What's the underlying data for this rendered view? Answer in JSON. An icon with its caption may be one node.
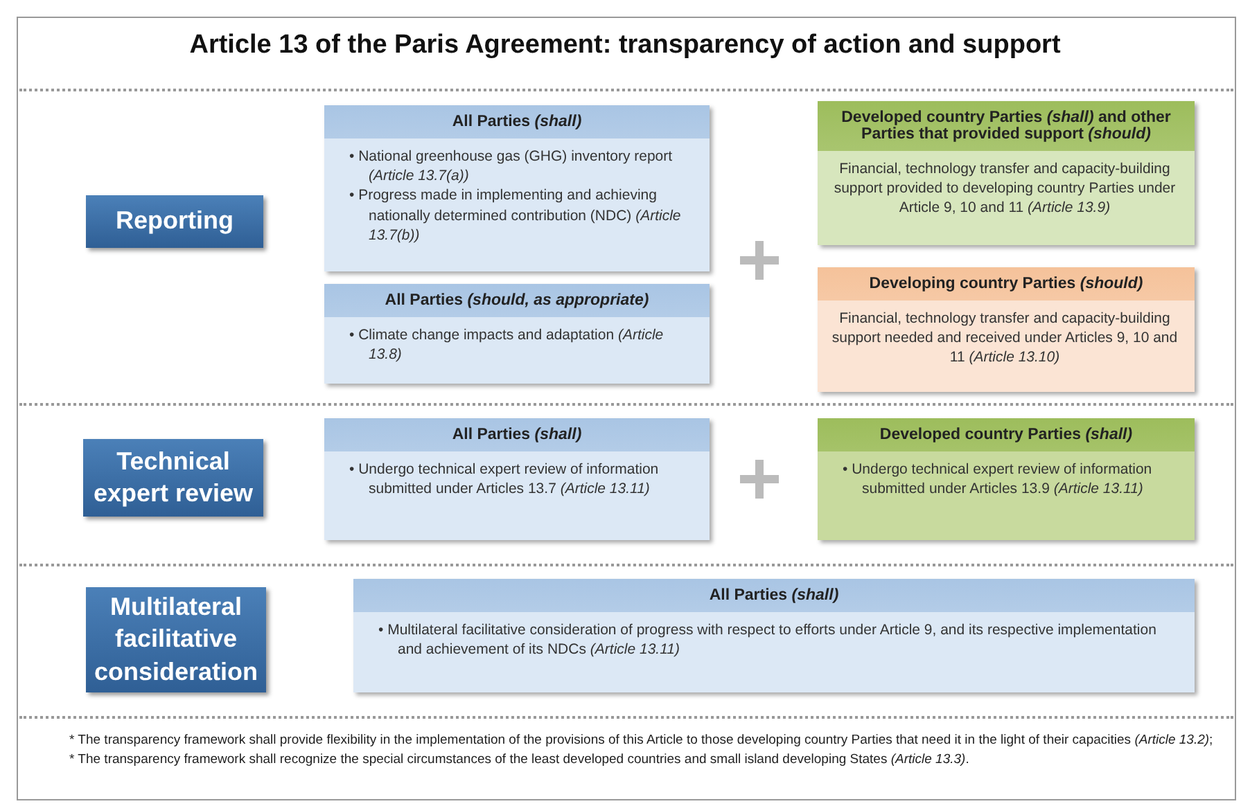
{
  "diagram": {
    "title": "Article 13 of the Paris Agreement: transparency of action and support",
    "nodes": [
      {
        "text": [
          "Reporting"
        ]
      },
      {
        "text": [
          "All Parties *(shall)*",
          "• National greenhouse gas (GHG) inventory report *(Article 13.7(a))*",
          "• Progress made in implementing and achieving nationally determined contribution (NDC) *(Article 13.7(b))*"
        ]
      },
      {
        "text": [
          "Developed country Parties *(shall)* and other Parties that provided support *(should)*",
          "Financial, technology transfer and capacity-building support provided to developing country Parties under Article 9, 10 and 11 *(Article 13.9)*"
        ]
      },
      {
        "text": [
          "All Parties *(should, as appropriate)*",
          "• Climate change impacts and adaptation *(Article 13.8)*"
        ]
      },
      {
        "text": [
          "Developing country Parties *(should)*",
          "Financial, technology transfer and capacity-building support needed and received under Articles 9, 10 and 11 *(Article 13.10)*"
        ]
      },
      {
        "text": [
          "Technical expert review"
        ]
      },
      {
        "text": [
          "All Parties *(shall)*",
          "• Undergo technical expert review of information submitted under Articles 13.7 *(Article 13.11)*"
        ]
      },
      {
        "text": [
          "Developed country Parties *(shall)*",
          "• Undergo technical expert review of information submitted under Articles 13.9 *(Article 13.11)*"
        ]
      },
      {
        "text": [
          "Multilateral facilitative consideration"
        ]
      },
      {
        "text": [
          "All Parties *(shall)*",
          "• Multilateral facilitative consideration of progress with respect to efforts under Article 9, and its respective implementation and achievement of its NDCs *(Article 13.11)*"
        ]
      }
    ],
    "labels": [
      "* The transparency framework shall provide flexibility in the implementation of the provisions of this Article to those developing country Parties that need it in the light of their capacities *(Article 13.2)*;",
      "* The transparency framework shall recognize the special circumstances of the least developed countries and small island developing States *(Article 13.3)*."
    ]
  }
}
